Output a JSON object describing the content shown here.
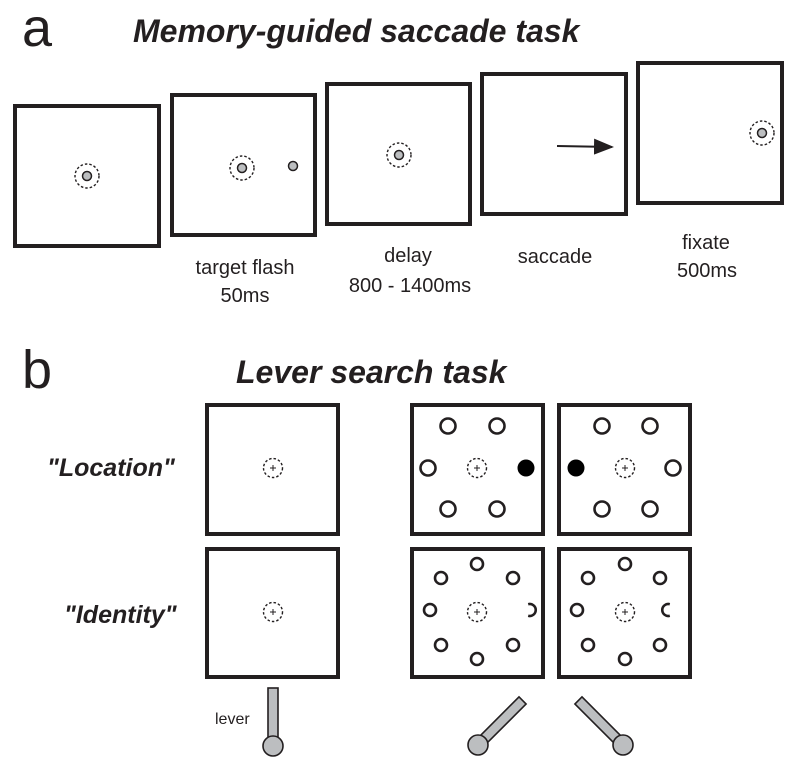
{
  "panel_a": {
    "letter": "a",
    "title": "Memory-guided saccade task",
    "captions": [
      {
        "line1": "target flash",
        "line2": "50ms"
      },
      {
        "line1": "delay",
        "line2": "800 - 1400ms"
      },
      {
        "line1": "saccade",
        "line2": ""
      },
      {
        "line1": "fixate",
        "line2": "500ms"
      }
    ]
  },
  "panel_b": {
    "letter": "b",
    "title": "Lever search task",
    "row_labels": [
      "\"Location\"",
      "\"Identity\""
    ],
    "lever_label": "lever"
  },
  "colors": {
    "stroke": "#231f20",
    "gray_fill": "#bcbec0",
    "filled_target": "#000000"
  }
}
